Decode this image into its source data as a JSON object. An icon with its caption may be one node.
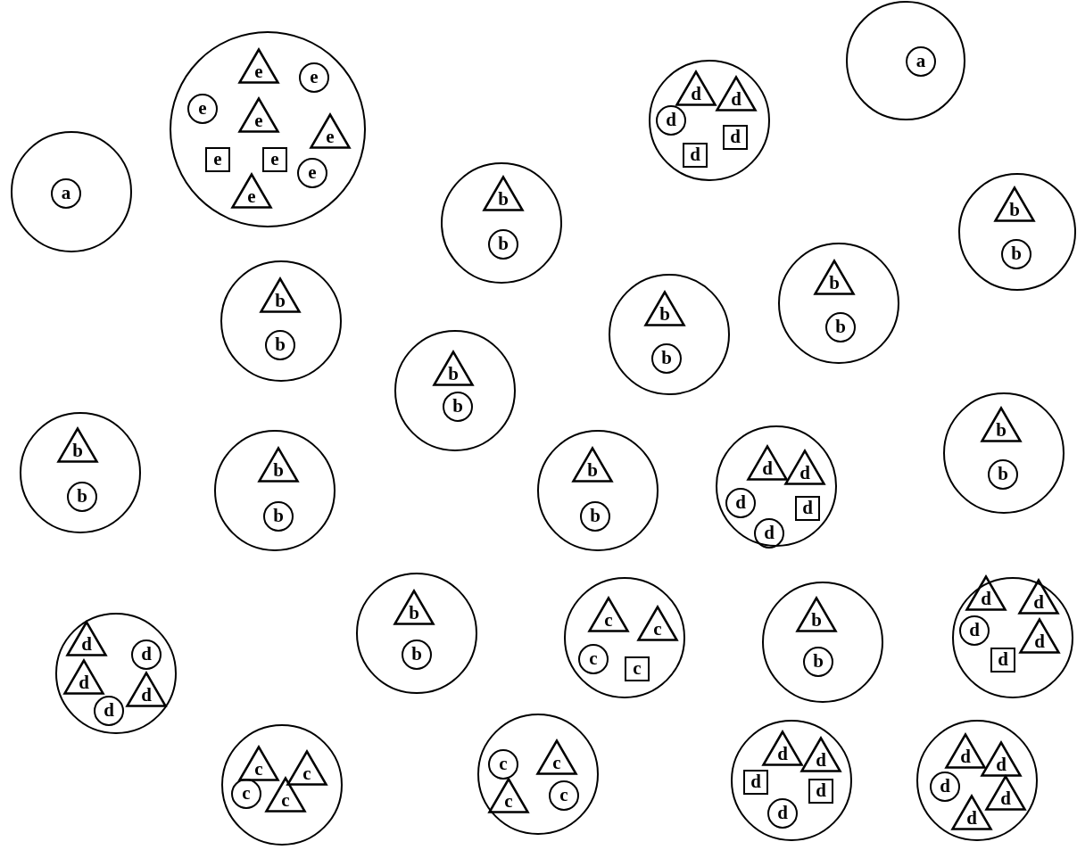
{
  "diagram": {
    "nodes": [
      {
        "text": [],
        "shape": "circle"
      },
      {
        "text": [
          "e"
        ],
        "in": 0
      },
      {
        "text": [
          "e"
        ],
        "in": 0
      },
      {
        "text": [
          "e"
        ],
        "in": 0
      },
      {
        "text": [
          "e"
        ],
        "in": 0
      },
      {
        "text": [
          "e"
        ],
        "in": 0
      },
      {
        "text": [
          "e"
        ],
        "in": 0
      },
      {
        "text": [
          "e"
        ],
        "in": 0
      },
      {
        "text": [
          "e"
        ],
        "in": 0
      },
      {
        "text": [
          "e"
        ],
        "in": 0
      },
      {
        "text": [],
        "shape": "circle"
      },
      {
        "text": [
          "a"
        ],
        "in": 10
      },
      {
        "text": [],
        "shape": "circle"
      },
      {
        "text": [
          "d"
        ],
        "in": 12
      },
      {
        "text": [
          "d"
        ],
        "in": 12
      },
      {
        "text": [
          "d"
        ],
        "in": 12
      },
      {
        "text": [
          "d"
        ],
        "in": 12
      },
      {
        "text": [
          "d"
        ],
        "in": 12
      },
      {
        "text": [],
        "shape": "circle"
      },
      {
        "text": [
          "a"
        ],
        "in": 18
      },
      {
        "text": [],
        "shape": "circle"
      },
      {
        "text": [
          "b"
        ],
        "in": 20
      },
      {
        "text": [
          "b"
        ],
        "in": 20
      },
      {
        "text": [],
        "shape": "circle"
      },
      {
        "text": [
          "b"
        ],
        "in": 23
      },
      {
        "text": [
          "b"
        ],
        "in": 23
      },
      {
        "text": [],
        "shape": "circle"
      },
      {
        "text": [
          "b"
        ],
        "in": 26
      },
      {
        "text": [
          "b"
        ],
        "in": 26
      },
      {
        "text": [],
        "shape": "circle"
      },
      {
        "text": [
          "b"
        ],
        "in": 29
      },
      {
        "text": [
          "b"
        ],
        "in": 29
      },
      {
        "text": [],
        "shape": "circle"
      },
      {
        "text": [
          "b"
        ],
        "in": 32
      },
      {
        "text": [
          "b"
        ],
        "in": 32
      },
      {
        "text": [],
        "shape": "circle"
      },
      {
        "text": [
          "b"
        ],
        "in": 35
      },
      {
        "text": [
          "b"
        ],
        "in": 35
      },
      {
        "text": [],
        "shape": "circle"
      },
      {
        "text": [
          "b"
        ],
        "in": 38
      },
      {
        "text": [
          "b"
        ],
        "in": 38
      },
      {
        "text": [],
        "shape": "circle"
      },
      {
        "text": [
          "b"
        ],
        "in": 41
      },
      {
        "text": [
          "b"
        ],
        "in": 41
      },
      {
        "text": [],
        "shape": "circle"
      },
      {
        "text": [
          "d"
        ],
        "in": 44
      },
      {
        "text": [
          "d"
        ],
        "in": 44
      },
      {
        "text": [
          "d"
        ],
        "in": 44
      },
      {
        "text": [
          "d"
        ],
        "in": 44
      },
      {
        "text": [
          "d"
        ],
        "in": 44
      },
      {
        "text": [],
        "shape": "circle"
      },
      {
        "text": [
          "b"
        ],
        "in": 50
      },
      {
        "text": [
          "b"
        ],
        "in": 50
      },
      {
        "text": [],
        "shape": "circle"
      },
      {
        "text": [
          "b"
        ],
        "in": 53
      },
      {
        "text": [
          "b"
        ],
        "in": 53
      },
      {
        "text": [],
        "shape": "circle"
      },
      {
        "text": [
          "b"
        ],
        "in": 56
      },
      {
        "text": [
          "b"
        ],
        "in": 56
      },
      {
        "text": [],
        "shape": "circle"
      },
      {
        "text": [
          "c"
        ],
        "in": 59
      },
      {
        "text": [
          "c"
        ],
        "in": 59
      },
      {
        "text": [
          "c"
        ],
        "in": 59
      },
      {
        "text": [
          "c"
        ],
        "in": 59
      },
      {
        "text": [],
        "shape": "circle"
      },
      {
        "text": [
          "b"
        ],
        "in": 64
      },
      {
        "text": [
          "b"
        ],
        "in": 64
      },
      {
        "text": [],
        "shape": "circle"
      },
      {
        "text": [
          "d"
        ],
        "in": 67
      },
      {
        "text": [
          "d"
        ],
        "in": 67
      },
      {
        "text": [
          "d"
        ],
        "in": 67
      },
      {
        "text": [
          "d"
        ],
        "in": 67
      },
      {
        "text": [
          "d"
        ],
        "in": 67
      },
      {
        "text": [],
        "shape": "circle"
      },
      {
        "text": [
          "d"
        ],
        "in": 73
      },
      {
        "text": [
          "d"
        ],
        "in": 73
      },
      {
        "text": [
          "d"
        ],
        "in": 73
      },
      {
        "text": [
          "d"
        ],
        "in": 73
      },
      {
        "text": [
          "d"
        ],
        "in": 73
      },
      {
        "text": [],
        "shape": "circle"
      },
      {
        "text": [
          "d"
        ],
        "in": 79
      },
      {
        "text": [
          "d"
        ],
        "in": 79
      },
      {
        "text": [
          "d"
        ],
        "in": 79
      },
      {
        "text": [
          "d"
        ],
        "in": 79
      },
      {
        "text": [
          "d"
        ],
        "in": 79
      },
      {
        "text": [],
        "shape": "circle"
      },
      {
        "text": [
          "d"
        ],
        "in": 85
      },
      {
        "text": [
          "d"
        ],
        "in": 85
      },
      {
        "text": [
          "d"
        ],
        "in": 85
      },
      {
        "text": [
          "d"
        ],
        "in": 85
      },
      {
        "text": [
          "d"
        ],
        "in": 85
      },
      {
        "text": [],
        "shape": "circle"
      },
      {
        "text": [
          "c"
        ],
        "in": 91
      },
      {
        "text": [
          "c"
        ],
        "in": 91
      },
      {
        "text": [
          "c"
        ],
        "in": 91
      },
      {
        "text": [
          "c"
        ],
        "in": 91
      },
      {
        "text": [],
        "shape": "circle"
      },
      {
        "text": [
          "c"
        ],
        "in": 96
      },
      {
        "text": [
          "c"
        ],
        "in": 96
      },
      {
        "text": [
          "c"
        ],
        "in": 96
      },
      {
        "text": [
          "c"
        ],
        "in": 96
      }
    ]
  }
}
